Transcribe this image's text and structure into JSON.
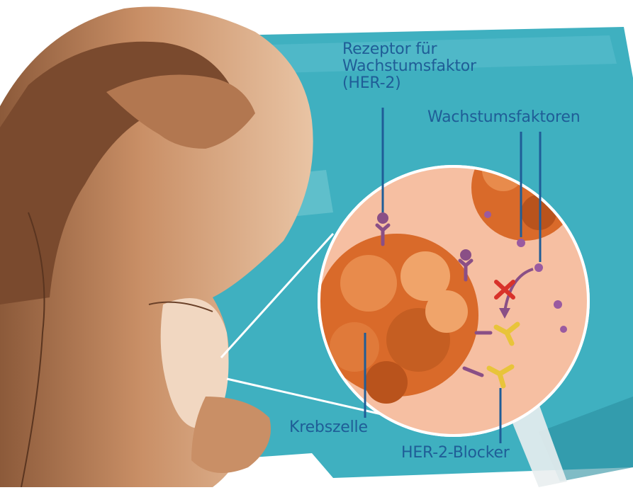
{
  "labels": {
    "receptor": [
      "Rezeptor für",
      "Wachstumsfaktor",
      "(HER-2)"
    ],
    "growth_factors": "Wachstumsfaktoren",
    "cancer_cell": "Krebszelle",
    "her2_blocker": "HER-2-Blocker"
  },
  "colors": {
    "label_blue": "#1f5d97",
    "background_teal": "#3fb0c0",
    "zoom_tissue": "#f6bfa2",
    "cancer_cell": "#d96a2a",
    "receptor_purple": "#8a4f86",
    "blocker_yellow": "#e8c43a",
    "inhibit_red": "#d8322a"
  }
}
